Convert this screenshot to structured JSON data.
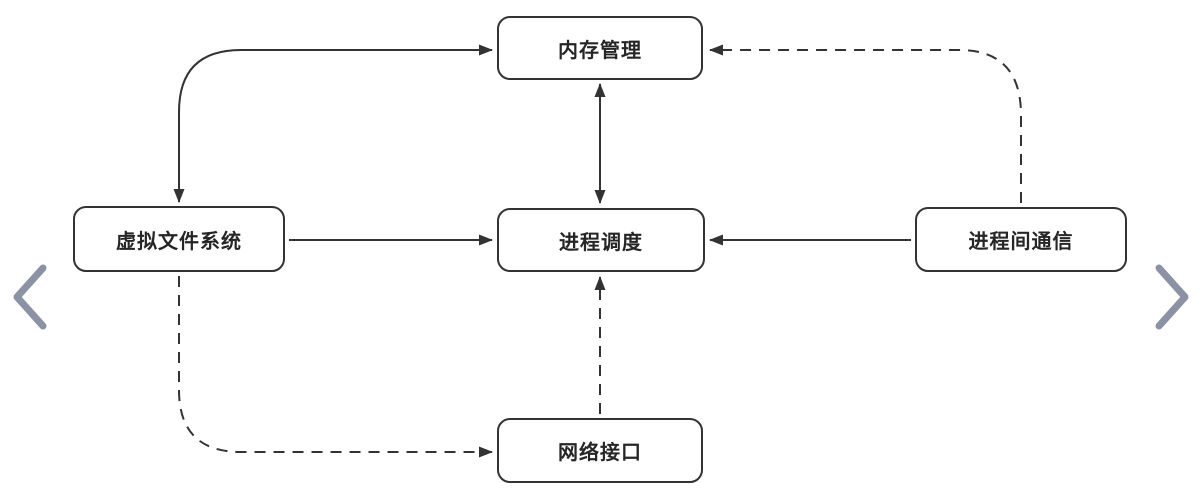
{
  "diagram": {
    "nodes": [
      {
        "id": "memory",
        "label": "内存管理"
      },
      {
        "id": "vfs",
        "label": "虚拟文件系统"
      },
      {
        "id": "scheduler",
        "label": "进程调度"
      },
      {
        "id": "ipc",
        "label": "进程间通信"
      },
      {
        "id": "network",
        "label": "网络接口"
      }
    ],
    "edges": [
      {
        "from": "vfs",
        "to": "memory",
        "style": "solid",
        "arrows": "both"
      },
      {
        "from": "memory",
        "to": "scheduler",
        "style": "solid",
        "arrows": "both"
      },
      {
        "from": "vfs",
        "to": "scheduler",
        "style": "solid",
        "arrows": "to"
      },
      {
        "from": "ipc",
        "to": "scheduler",
        "style": "solid",
        "arrows": "to"
      },
      {
        "from": "ipc",
        "to": "memory",
        "style": "dashed",
        "arrows": "to"
      },
      {
        "from": "vfs",
        "to": "network",
        "style": "dashed",
        "arrows": "to"
      },
      {
        "from": "network",
        "to": "scheduler",
        "style": "dashed",
        "arrows": "to"
      }
    ]
  },
  "carousel": {
    "prev_icon": "chevron-left",
    "next_icon": "chevron-right"
  },
  "colors": {
    "background": "#ffffff",
    "line": "#333333",
    "node_border": "#333333",
    "node_fill": "#ffffff",
    "text": "#262626",
    "chevron": "#8b92a3"
  }
}
